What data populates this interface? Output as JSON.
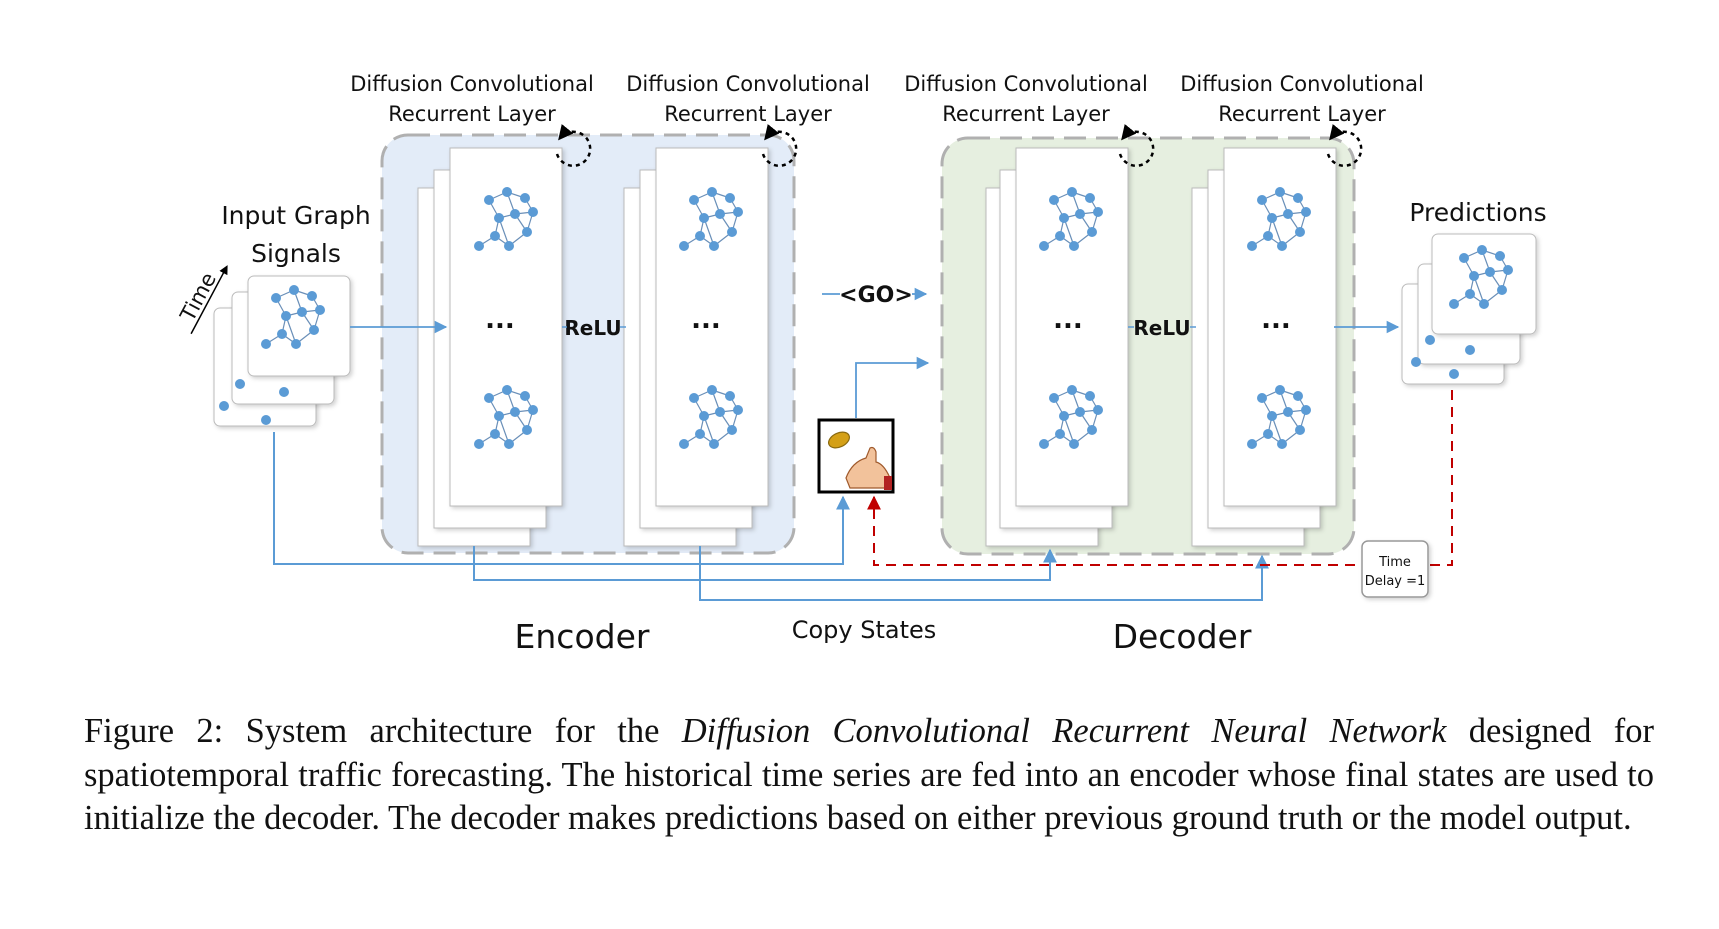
{
  "figure": {
    "layer_label_line1": "Diffusion Convolutional",
    "layer_label_line2": "Recurrent Layer",
    "input_label_line1": "Input Graph",
    "input_label_line2": "Signals",
    "time_label": "Time",
    "predictions_label": "Predictions",
    "relu_label": "ReLU",
    "dots": "...",
    "go_label": "<GO>",
    "copy_states_label": "Copy States",
    "encoder_label": "Encoder",
    "decoder_label": "Decoder",
    "time_delay_line1": "Time",
    "time_delay_line2": "Delay =1",
    "colors": {
      "encoder_bg": "#e3ecf8",
      "decoder_bg": "#e6efe0",
      "node": "#5b9bd5",
      "arrow": "#5b9bd5",
      "dashed_feedback": "#c00000",
      "container_border": "#b0b0b0"
    }
  },
  "caption": {
    "prefix": "Figure 2: System architecture for the ",
    "italic": "Diffusion Convolutional Recurrent Neural Network",
    "suffix": " designed for spatiotemporal traffic forecasting. The historical time series are fed into an encoder whose final states are used to initialize the decoder. The decoder makes predictions based on either previous ground truth or the model output."
  }
}
